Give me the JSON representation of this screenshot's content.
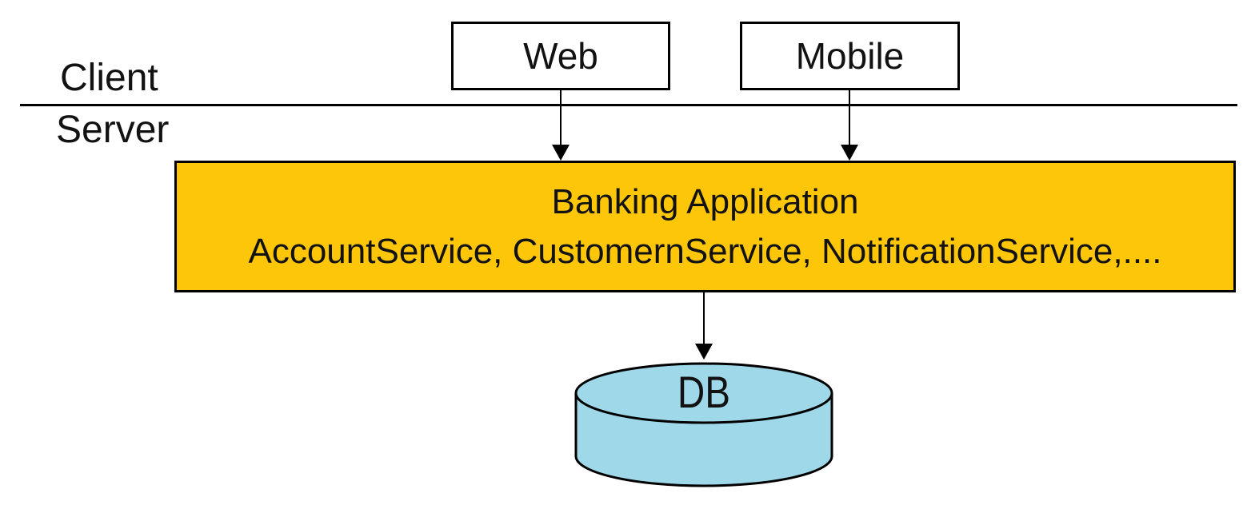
{
  "tiers": {
    "client_label": "Client",
    "server_label": "Server"
  },
  "clients": [
    {
      "label": "Web"
    },
    {
      "label": "Mobile"
    }
  ],
  "application": {
    "title": "Banking Application",
    "services": "AccountService, CustomernService, NotificationService,....",
    "fill": "#FDC608"
  },
  "database": {
    "label": "DB",
    "fill": "#9FD8E8"
  },
  "colors": {
    "stroke": "#000000",
    "background": "#FFFFFF"
  }
}
